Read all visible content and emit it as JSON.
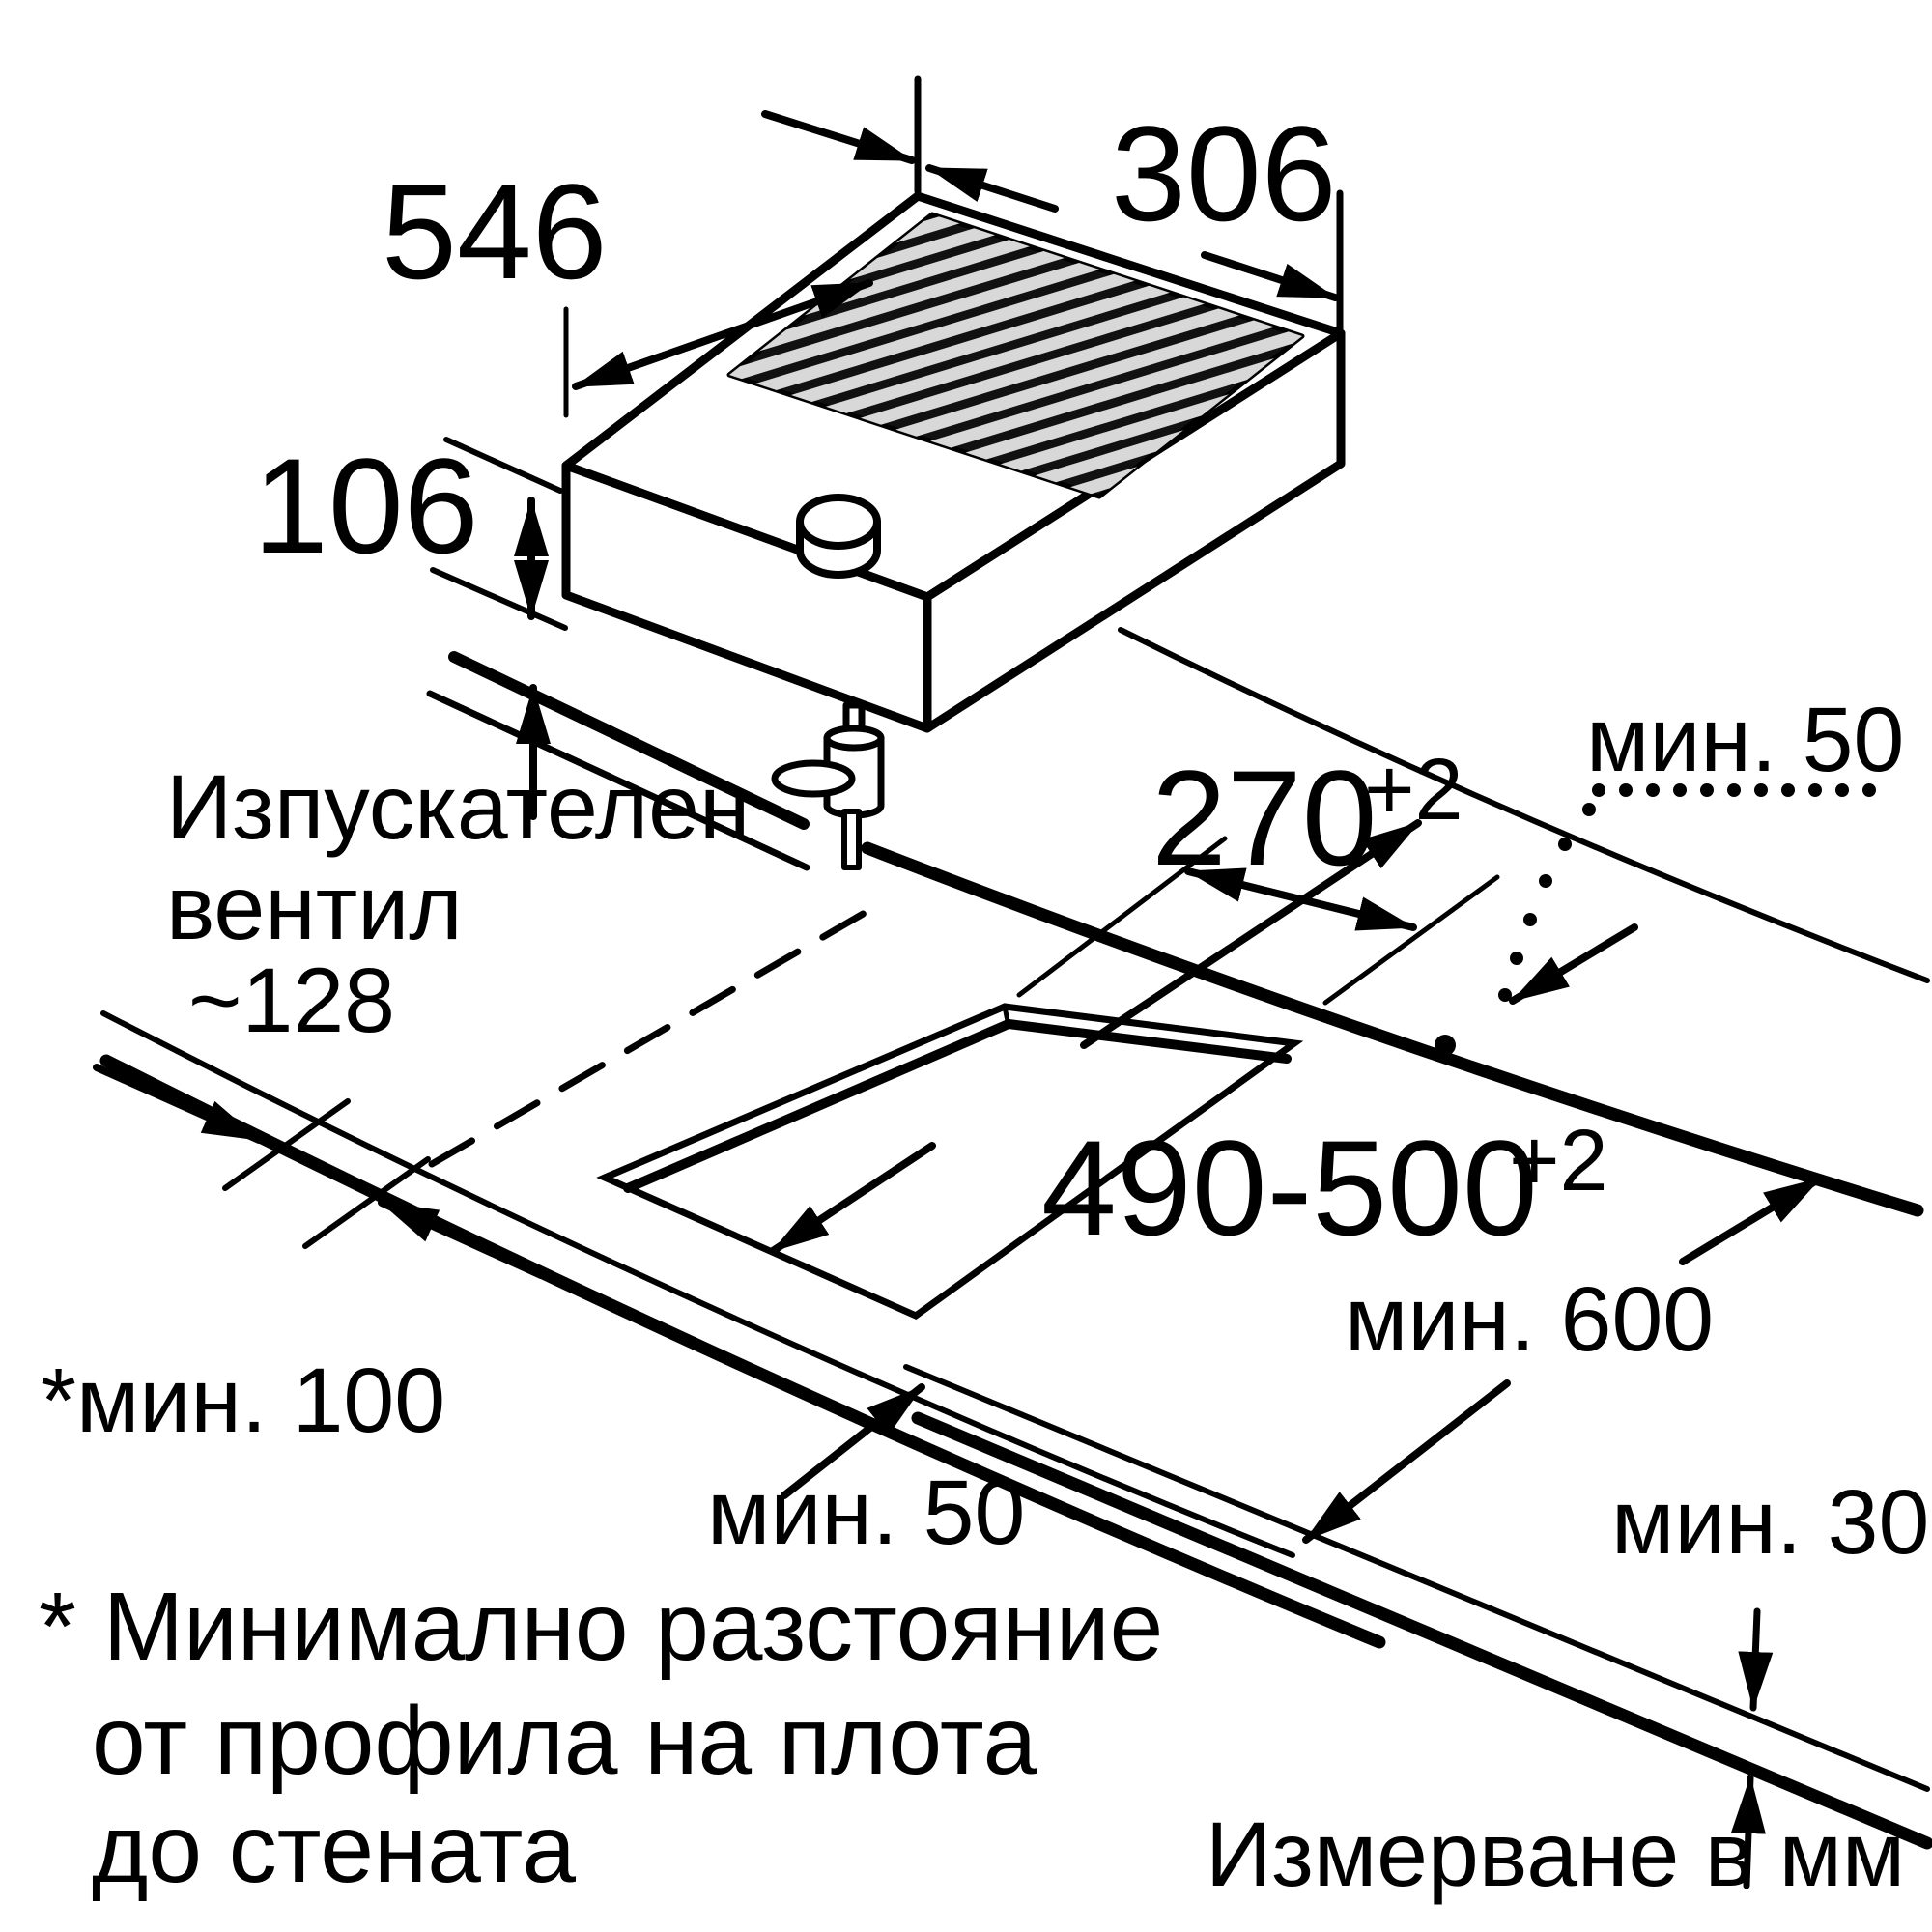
{
  "diagram": {
    "title_hint": "hob installation drawing",
    "appliance": {
      "width_label": "306",
      "depth_label": "546",
      "height_label": "106",
      "vent_line1": "Изпускателен",
      "vent_line2": "вентил",
      "vent_line3": "~128"
    },
    "cutout": {
      "width_value": "270",
      "width_tolerance": "+2",
      "depth_value": "490-500",
      "depth_tolerance": "+2"
    },
    "clearances": {
      "rear_min": "мин. 50",
      "front_min": "мин. 50",
      "side_min": "*мин. 100",
      "worktop_depth_min": "мин. 600",
      "worktop_thickness_min": "мин. 30"
    },
    "footnote": {
      "line1": "* Минимално разстояние",
      "line2": "от профила на плота",
      "line3": "до стената"
    },
    "units_note": "Измерване в мм",
    "colors": {
      "line": "#000000",
      "grate_bar": "#d8d8d8",
      "background": "#ffffff"
    }
  }
}
